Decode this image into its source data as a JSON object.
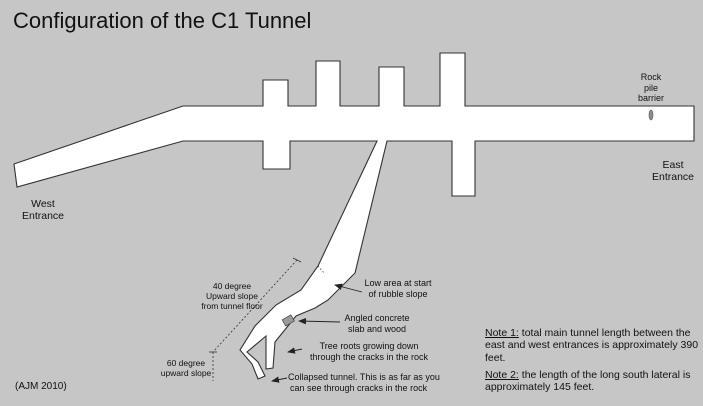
{
  "title": "Configuration of the C1 Tunnel",
  "labels": {
    "west_entrance": [
      "West",
      "Entrance"
    ],
    "east_entrance": [
      "East",
      "Entrance"
    ],
    "rock_pile": [
      "Rock",
      "pile",
      "barrier"
    ],
    "low_area": [
      "Low area at start",
      "of rubble slope"
    ],
    "angled_slab": [
      "Angled concrete",
      "slab and wood"
    ],
    "tree_roots": [
      "Tree roots growing down",
      "through the cracks in the rock"
    ],
    "collapsed": [
      "Collapsed tunnel. This is as far as you",
      "can see through cracks in the rock"
    ],
    "slope_40": [
      "40 degree",
      "Upward slope",
      "from tunnel floor"
    ],
    "slope_60": [
      "60 degree",
      "upward slope"
    ]
  },
  "notes": [
    {
      "heading": "Note 1:",
      "text": " total main tunnel length between the east and west entrances is approximately 390 feet."
    },
    {
      "heading": "Note 2:",
      "text": " the length of the long south lateral is approximately 145 feet."
    }
  ],
  "credit": "(AJM 2010)",
  "colors": {
    "background": "#c6c6c6",
    "tunnel_fill": "#ffffff",
    "stroke": "#333333",
    "barrier": "#8c8c8c"
  }
}
